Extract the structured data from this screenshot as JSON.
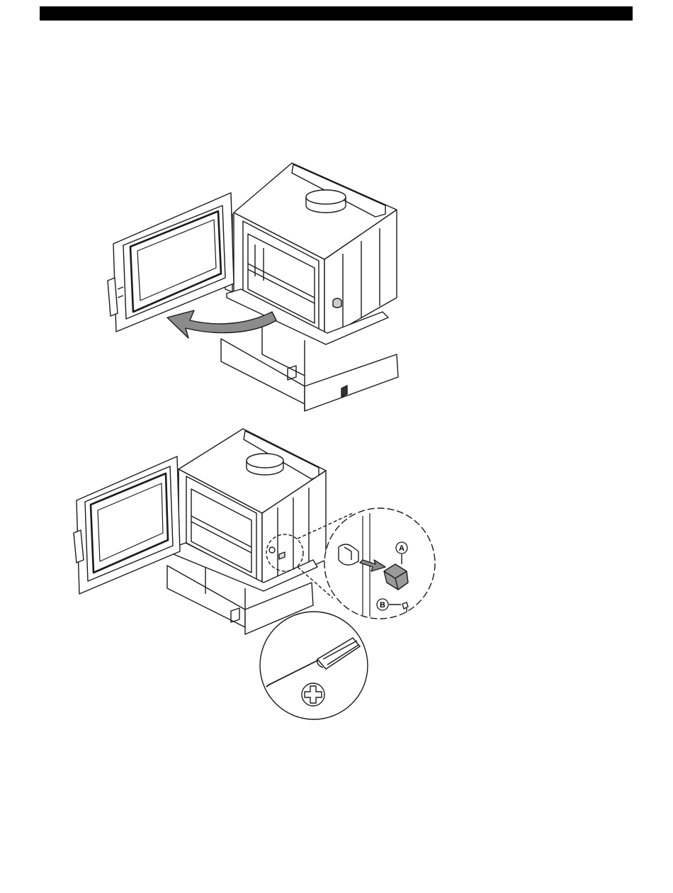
{
  "header": {
    "bar_color": "#000000"
  },
  "figure_bottom": {
    "callouts": [
      {
        "id": "A",
        "label": "A"
      },
      {
        "id": "B",
        "label": "B"
      }
    ]
  },
  "colors": {
    "line": "#1a1a1a",
    "arrow_fill": "#8c8c8c",
    "knob_fill": "#9a9a9a"
  }
}
